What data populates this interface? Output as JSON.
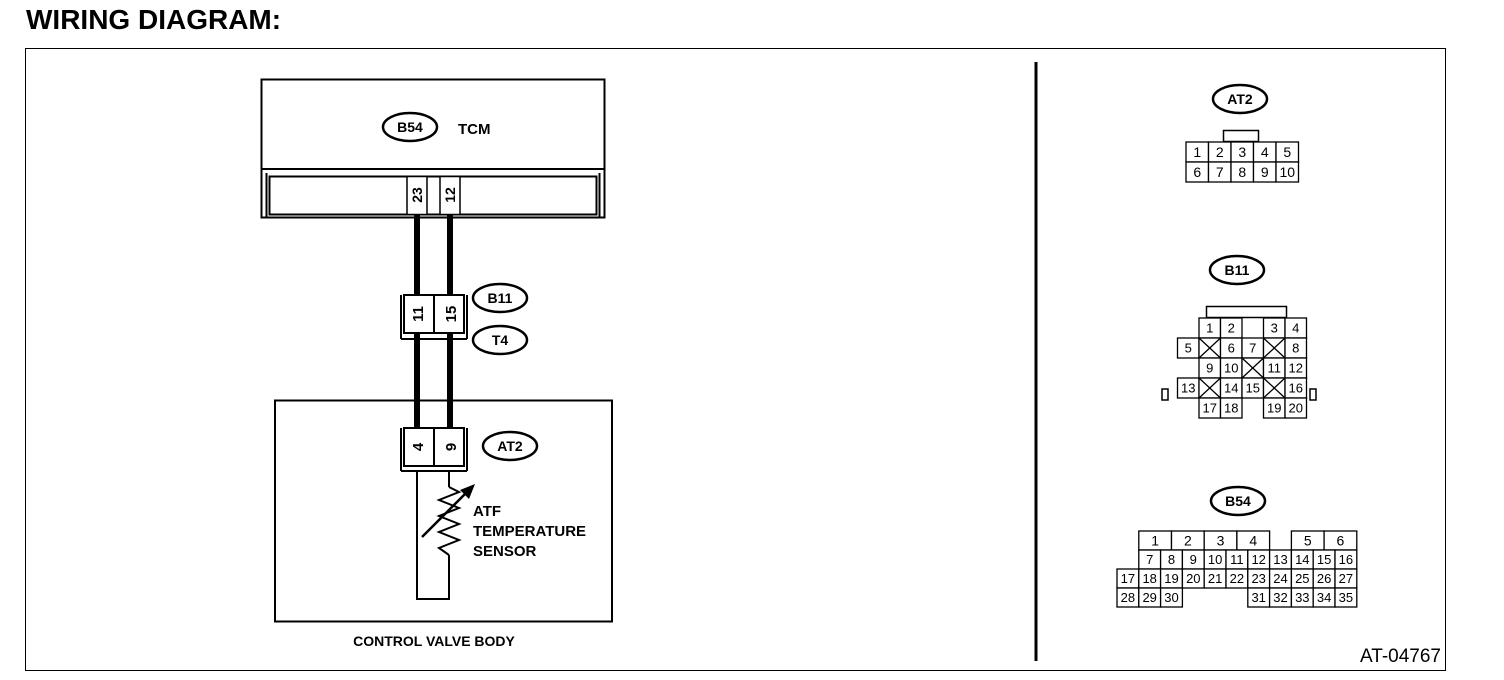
{
  "title": "WIRING DIAGRAM:",
  "figure_code": "AT-04767",
  "schematic": {
    "tcm": {
      "connector": "B54",
      "label": "TCM",
      "pins": [
        "23",
        "12"
      ]
    },
    "joint": {
      "connectors": [
        "B11",
        "T4"
      ],
      "pins": [
        "11",
        "15"
      ]
    },
    "sensor_connector": {
      "connector": "AT2",
      "pins": [
        "4",
        "9"
      ]
    },
    "sensor_label": [
      "ATF",
      "TEMPERATURE",
      "SENSOR"
    ],
    "body_label": "CONTROL VALVE BODY"
  },
  "connector_views": {
    "at2": {
      "name": "AT2",
      "rows": [
        [
          "1",
          "2",
          "3",
          "4",
          "5"
        ],
        [
          "6",
          "7",
          "8",
          "9",
          "10"
        ]
      ]
    },
    "b11": {
      "name": "B11",
      "rows": [
        [
          "1",
          "2",
          "3",
          "4"
        ],
        [
          "5",
          "6",
          "7",
          "8"
        ],
        [
          "9",
          "10",
          "11",
          "12"
        ],
        [
          "13",
          "14",
          "15",
          "16"
        ],
        [
          "17",
          "18",
          "19",
          "20"
        ]
      ]
    },
    "b54": {
      "name": "B54",
      "rows": [
        [
          "1",
          "2",
          "3",
          "4",
          "5",
          "6"
        ],
        [
          "7",
          "8",
          "9",
          "10",
          "11",
          "12",
          "13",
          "14",
          "15",
          "16"
        ],
        [
          "17",
          "18",
          "19",
          "20",
          "21",
          "22",
          "23",
          "24",
          "25",
          "26",
          "27"
        ],
        [
          "28",
          "29",
          "30",
          "31",
          "32",
          "33",
          "34",
          "35"
        ]
      ]
    }
  }
}
